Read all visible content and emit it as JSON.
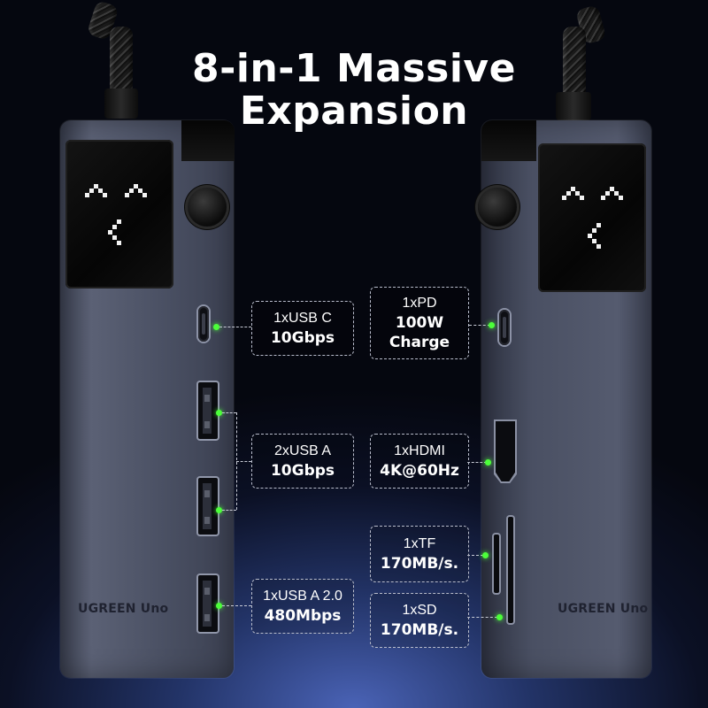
{
  "headline": {
    "line1": "8-in-1 Massive",
    "line2": "Expansion"
  },
  "device": {
    "brand": "UGREEN Uno",
    "face_icon": "pixel-face-icon"
  },
  "left_ports": [
    {
      "label": "1xUSB C",
      "spec": "10Gbps"
    },
    {
      "label": "2xUSB A",
      "spec": "10Gbps"
    },
    {
      "label": "1xUSB A 2.0",
      "spec": "480Mbps"
    }
  ],
  "right_ports": [
    {
      "label": "1xPD",
      "spec1": "100W",
      "spec2": "Charge"
    },
    {
      "label": "1xHDMI",
      "spec": "4K@60Hz"
    },
    {
      "label": "1xTF",
      "spec": "170MB/s."
    },
    {
      "label": "1xSD",
      "spec": "170MB/s."
    }
  ],
  "colors": {
    "accent_dot": "#4cff3a",
    "text": "#ffffff"
  }
}
